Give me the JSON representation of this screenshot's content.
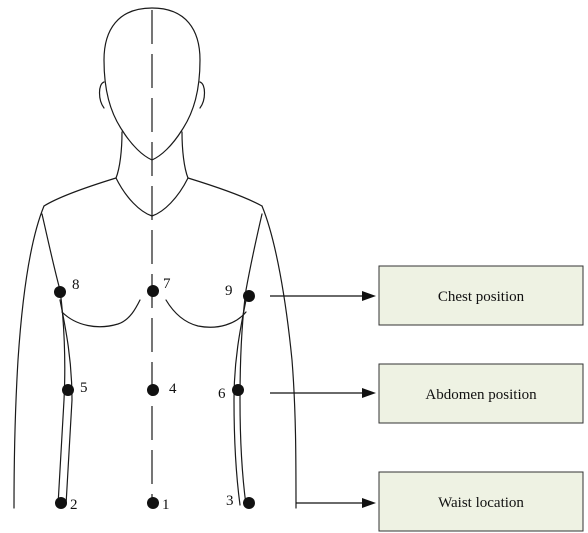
{
  "points": [
    {
      "id": "point-1",
      "label": "1"
    },
    {
      "id": "point-2",
      "label": "2"
    },
    {
      "id": "point-3",
      "label": "3"
    },
    {
      "id": "point-4",
      "label": "4"
    },
    {
      "id": "point-5",
      "label": "5"
    },
    {
      "id": "point-6",
      "label": "6"
    },
    {
      "id": "point-7",
      "label": "7"
    },
    {
      "id": "point-8",
      "label": "8"
    },
    {
      "id": "point-9",
      "label": "9"
    }
  ],
  "positions": {
    "chest": "Chest position",
    "abdomen": "Abdomen position",
    "waist": "Waist location"
  },
  "colors": {
    "box_fill": "#eef2e3",
    "line": "#111111"
  }
}
